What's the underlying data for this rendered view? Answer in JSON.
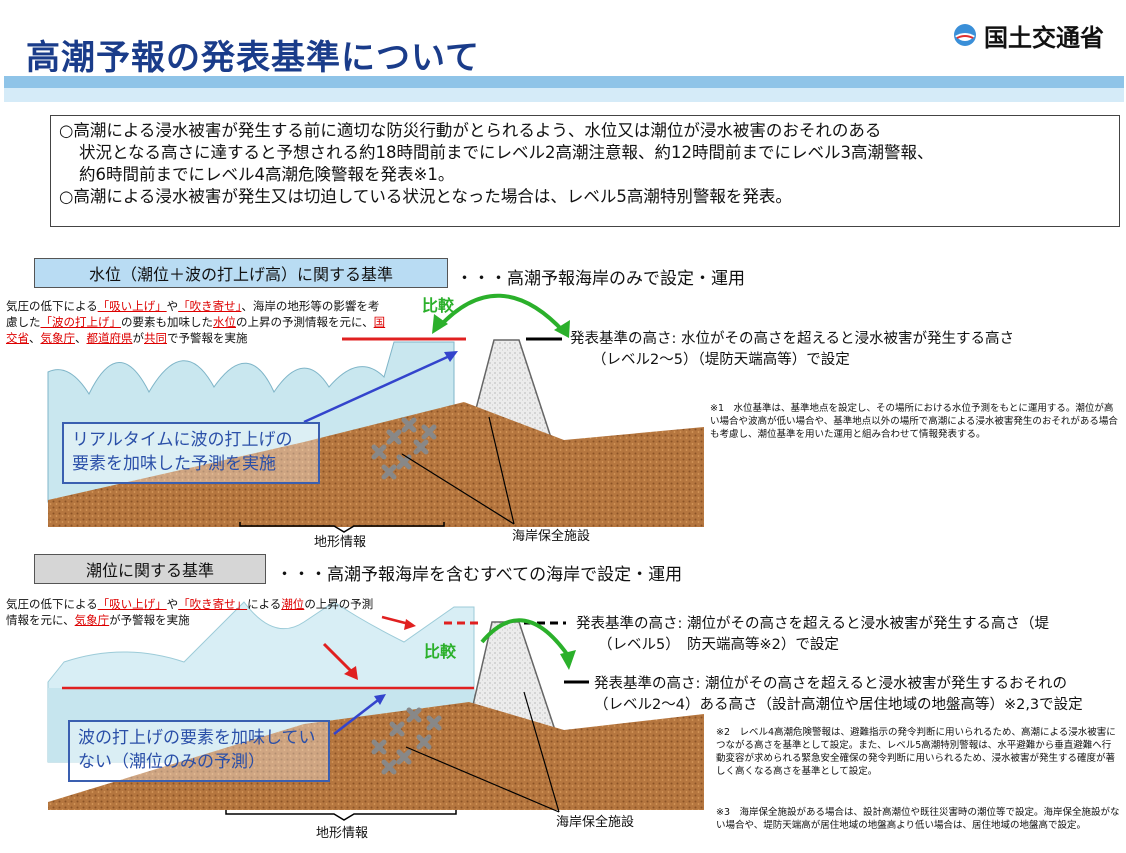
{
  "title": "高潮予報の発表基準について",
  "logo": {
    "text": "国土交通省",
    "icon": "mlit-logo-icon"
  },
  "summary": {
    "line1": "○高潮による浸水被害が発生する前に適切な防災行動がとられるよう、水位又は潮位が浸水被害のおそれのある",
    "line2": "状況となる高さに達すると予想される約18時間前までにレベル2高潮注意報、約12時間前までにレベル3高潮警報、",
    "line3": "約6時間前までにレベル4高潮危険警報を発表※1。",
    "line4": "○高潮による浸水被害が発生又は切迫している状況となった場合は、レベル5高潮特別警報を発表。"
  },
  "section1": {
    "header": "水位（潮位＋波の打上げ高）に関する基準",
    "scope": "・・・高潮予報海岸のみで設定・運用",
    "desc": {
      "p1": "気圧の低下による",
      "k1": "「吸い上げ」",
      "p2": "や",
      "k2": "「吹き寄せ」",
      "p3": "、海岸の地形等の影響を考慮した",
      "k3": "「波の打上げ」",
      "p4": "の要素も加味した",
      "k4": "水位",
      "p5": "の上昇の予測情報を元に、",
      "k5": "国交省",
      "p6": "、",
      "k6": "気象庁",
      "p7": "、",
      "k7": "都道府県",
      "p8": "が",
      "k8": "共同",
      "p9": "で予警報を実施"
    },
    "compare": "比較",
    "crit_line1": "発表基準の高さ: 水位がその高さを超えると浸水被害が発生する高さ",
    "crit_line2": "（レベル2～5）（堤防天端高等）で設定",
    "bluebox_line1": "リアルタイムに波の打上げの",
    "bluebox_line2": "要素を加味した予測を実施",
    "terrain": "地形情報",
    "facility": "海岸保全施設",
    "footnote1": "※1　水位基準は、基準地点を設定し、その場所における水位予測をもとに運用する。潮位が高い場合や波高が低い場合や、基準地点以外の場所で高潮による浸水被害発生のおそれがある場合も考慮し、潮位基準を用いた運用と組み合わせて情報発表する。"
  },
  "section2": {
    "header": "潮位に関する基準",
    "scope": "・・・高潮予報海岸を含むすべての海岸で設定・運用",
    "desc": {
      "p1": "気圧の低下による",
      "k1": "「吸い上げ」",
      "p2": "や",
      "k2": "「吹き寄せ」",
      "p3": "による",
      "k3": "潮位",
      "p4": "の上昇の予測情報を元に、",
      "k4": "気象庁",
      "p5": "が予警報を実施"
    },
    "compare": "比較",
    "crit5_line1": "発表基準の高さ: 潮位がその高さを超えると浸水被害が発生する高さ（堤",
    "crit5_line2": "（レベル5）　防天端高等※2）で設定",
    "crit24_line1": "発表基準の高さ: 潮位がその高さを超えると浸水被害が発生するおそれの",
    "crit24_line2": "（レベル2～4）ある高さ（設計高潮位や居住地域の地盤高等）※2,3で設定",
    "bluebox_line1": "波の打上げの要素を加味してい",
    "bluebox_line2": "ない（潮位のみの予測）",
    "terrain": "地形情報",
    "facility": "海岸保全施設",
    "footnote2": "※2　レベル4高潮危険警報は、避難指示の発令判断に用いられるため、高潮による浸水被害につながる高さを基準として設定。また、レベル5高潮特別警報は、水平避難から垂直避難へ行動変容が求められる緊急安全確保の発令判断に用いられるため、浸水被害が発生する確度が著しく高くなる高さを基準として設定。",
    "footnote3": "※3　海岸保全施設がある場合は、設計高潮位や既往災害時の潮位等で設定。海岸保全施設がない場合や、堤防天端高が居住地域の地盤高より低い場合は、居住地域の地盤高で設定。"
  },
  "colors": {
    "title": "#1a3c8a",
    "keyword": "#dd0000",
    "compare": "#2bb02b",
    "arrow_blue": "#3344cc",
    "water": "#c9e7ef",
    "sand": "#b5763f"
  }
}
